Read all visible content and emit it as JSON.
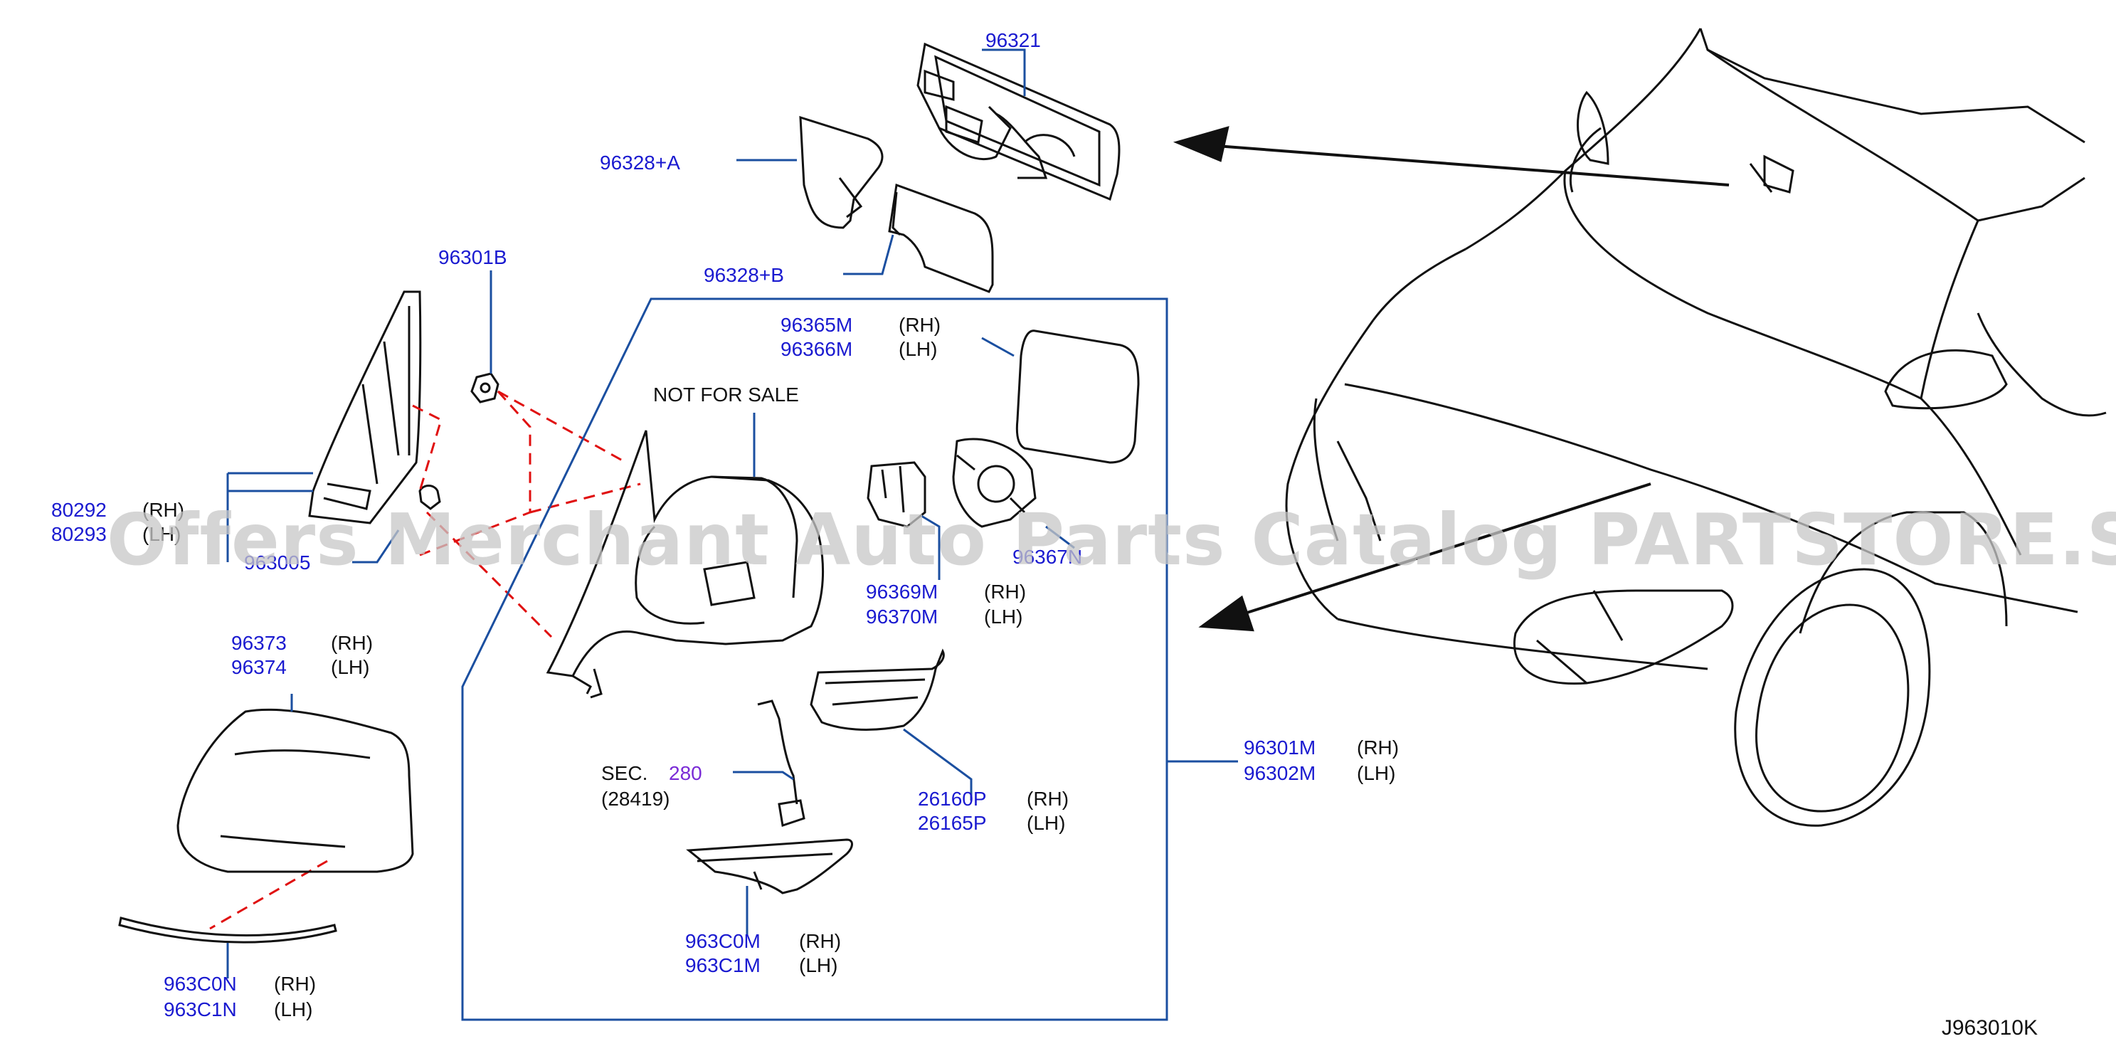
{
  "callouts": [
    {
      "id": "96321",
      "part": "96321"
    },
    {
      "id": "96328a",
      "part": "96328+A"
    },
    {
      "id": "96328b",
      "part": "96328+B"
    },
    {
      "id": "96301b",
      "part": "96301B"
    },
    {
      "id": "96365",
      "part": "96365M",
      "side": "(RH)"
    },
    {
      "id": "96366",
      "part": "96366M",
      "side": "(LH)"
    },
    {
      "id": "80292",
      "part": "80292",
      "side": "(RH)"
    },
    {
      "id": "80293",
      "part": "80293",
      "side": "(LH)"
    },
    {
      "id": "96300",
      "part": "963005"
    },
    {
      "id": "96367",
      "part": "96367N"
    },
    {
      "id": "96369",
      "part": "96369M",
      "side": "(RH)"
    },
    {
      "id": "96370",
      "part": "96370M",
      "side": "(LH)"
    },
    {
      "id": "96373",
      "part": "96373",
      "side": "(RH)"
    },
    {
      "id": "96374",
      "part": "96374",
      "side": "(LH)"
    },
    {
      "id": "96301m",
      "part": "96301M",
      "side": "(RH)"
    },
    {
      "id": "96302m",
      "part": "96302M",
      "side": "(LH)"
    },
    {
      "id": "26160",
      "part": "26160P",
      "side": "(RH)"
    },
    {
      "id": "26165",
      "part": "26165P",
      "side": "(LH)"
    },
    {
      "id": "963c0m",
      "part": "963C0M",
      "side": "(RH)"
    },
    {
      "id": "963c1m",
      "part": "963C1M",
      "side": "(LH)"
    },
    {
      "id": "963c0n",
      "part": "963C0N",
      "side": "(RH)"
    },
    {
      "id": "963c1n",
      "part": "963C1N",
      "side": "(LH)"
    }
  ],
  "note": "NOT   FOR   SALE",
  "section": {
    "prefix": "SEC.",
    "number": "280",
    "sub": "(28419)"
  },
  "watermark": "Offers Merchant Auto Parts Catalog PARTSTORE.SA",
  "diagram_code": "J963010K",
  "colors": {
    "callout": "#1a1ad0",
    "section_link": "#7a2bd6",
    "leader": "#1b4fa0",
    "dashed": "#e01010",
    "outline": "#111111"
  }
}
